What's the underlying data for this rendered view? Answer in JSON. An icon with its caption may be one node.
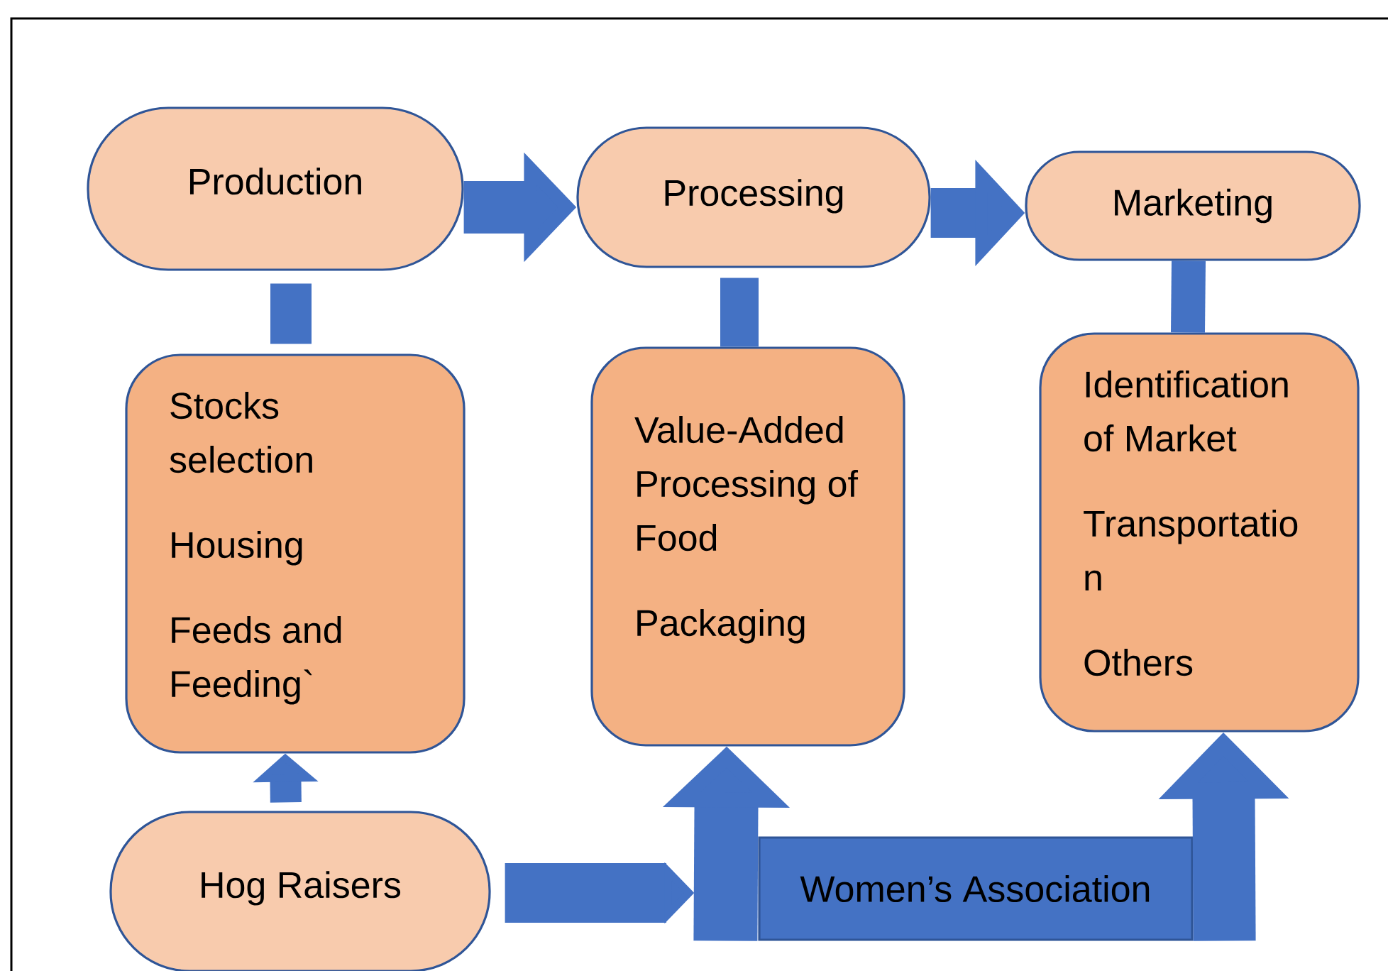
{
  "diagram": {
    "nodes": [
      {
        "text": [
          "Production"
        ]
      },
      {
        "text": [
          "Processing"
        ]
      },
      {
        "text": [
          "Marketing"
        ]
      },
      {
        "text": [
          "Stocks selection",
          "Housing",
          "Feeds and Feeding`"
        ]
      },
      {
        "text": [
          "Value-Added Processing of Food",
          "Packaging"
        ]
      },
      {
        "text": [
          "Identification of Market",
          "Transportatio n",
          "Others"
        ]
      },
      {
        "text": [
          "Hog Raisers"
        ]
      },
      {
        "text": [
          "Women’s Association"
        ]
      }
    ],
    "edges": [
      {
        "from": 0,
        "to": 1,
        "arrow": "to"
      },
      {
        "from": 1,
        "to": 2,
        "arrow": "to"
      },
      {
        "from": 3,
        "to": 0,
        "arrow": "none"
      },
      {
        "from": 4,
        "to": 1,
        "arrow": "none"
      },
      {
        "from": 5,
        "to": 2,
        "arrow": "none"
      },
      {
        "from": 6,
        "to": 3,
        "arrow": "to"
      },
      {
        "from": 6,
        "to": 7,
        "arrow": "to"
      },
      {
        "from": 7,
        "to": 4,
        "arrow": "to"
      },
      {
        "from": 7,
        "to": 5,
        "arrow": "to"
      }
    ]
  }
}
